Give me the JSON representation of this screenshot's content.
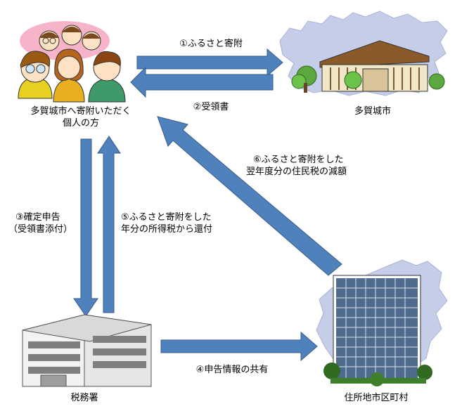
{
  "actors": {
    "donor": {
      "line1": "多賀城市へ寄附いただく",
      "line2": "個人の方"
    },
    "city": {
      "name": "多賀城市"
    },
    "tax_office": {
      "name": "税務署"
    },
    "residence": {
      "name": "住所地市区町村"
    }
  },
  "flows": {
    "step1": "①ふるさと寄附",
    "step2": "②受領書",
    "step3": {
      "line1": "③確定申告",
      "line2": "（受領書添付）"
    },
    "step4": "④申告情報の共有",
    "step5": {
      "line1": "⑤ふるさと寄附をした",
      "line2": "年分の所得税から還付"
    },
    "step6": {
      "line1": "⑥ふるさと寄附をした",
      "line2": "翌年度分の住民税の減額"
    }
  },
  "colors": {
    "arrow_fill": "#4f81bd",
    "arrow_stroke": "#385d8a",
    "map_fill": "#c5cde8",
    "building_bg": "#f2f2f2"
  }
}
